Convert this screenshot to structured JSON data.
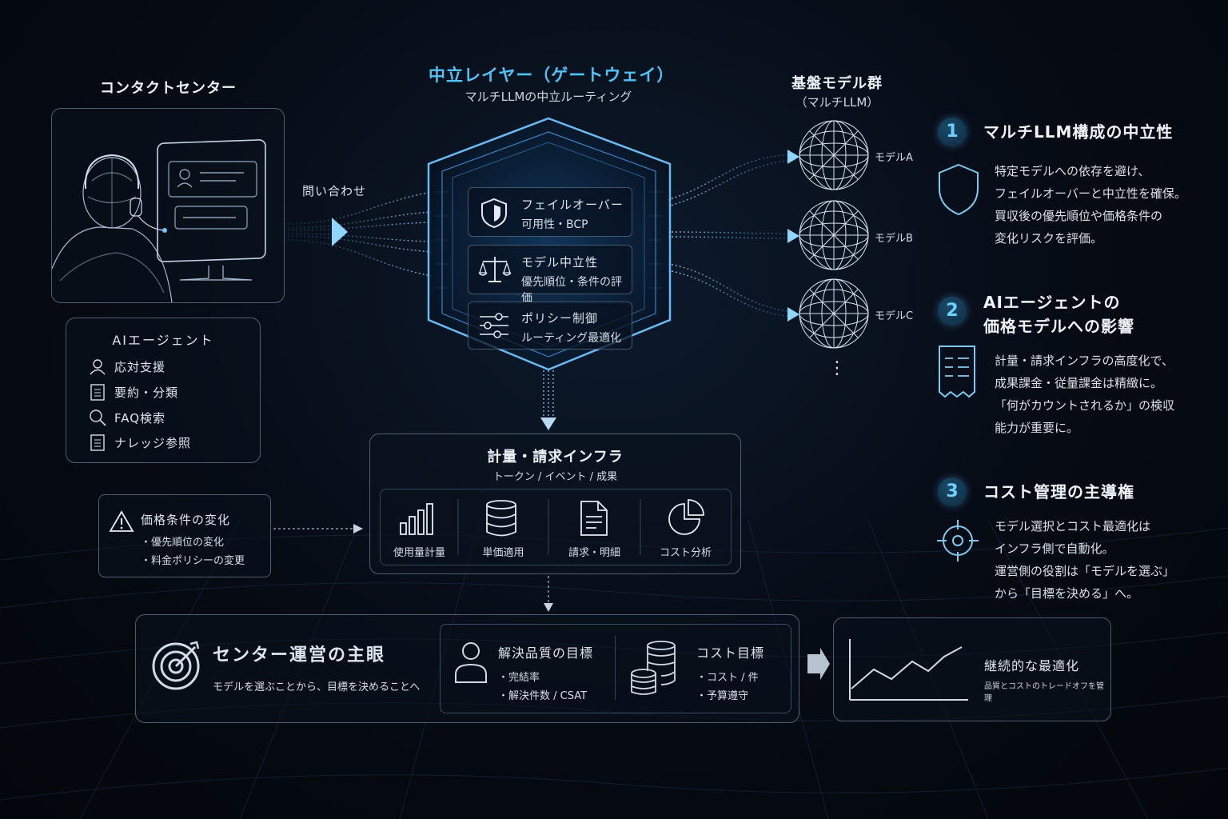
{
  "contact_center": {
    "title": "コンタクトセンター",
    "ai_agent": {
      "title": "AIエージェント",
      "items": [
        "応対支援",
        "要約・分類",
        "FAQ検索",
        "ナレッジ参照"
      ]
    }
  },
  "inquiry_label": "問い合わせ",
  "gateway": {
    "title": "中立レイヤー（ゲートウェイ）",
    "subtitle": "マルチLLMの中立ルーティング",
    "cards": [
      {
        "title": "フェイルオーバー",
        "sub": "可用性・BCP"
      },
      {
        "title": "モデル中立性",
        "sub": "優先順位・条件の評価"
      },
      {
        "title": "ポリシー制御",
        "sub": "ルーティング最適化"
      }
    ]
  },
  "models": {
    "title": "基盤モデル群",
    "subtitle": "（マルチLLM）",
    "items": [
      "モデルA",
      "モデルB",
      "モデルC"
    ],
    "more": "⋮"
  },
  "points": [
    {
      "num": "1",
      "title": "マルチLLM構成の中立性",
      "lines": [
        "特定モデルへの依存を避け、",
        "フェイルオーバーと中立性を確保。",
        "買収後の優先順位や価格条件の",
        "変化リスクを評価。"
      ]
    },
    {
      "num": "2",
      "title": "AIエージェントの",
      "title2": "価格モデルへの影響",
      "lines": [
        "計量・請求インフラの高度化で、",
        "成果課金・従量課金は精緻に。",
        "「何がカウントされるか」の検収",
        "能力が重要に。"
      ]
    },
    {
      "num": "3",
      "title": "コスト管理の主導権",
      "lines": [
        "モデル選択とコスト最適化は",
        "インフラ側で自動化。",
        "運営側の役割は「モデルを選ぶ」",
        "から「目標を決める」へ。"
      ]
    }
  ],
  "billing": {
    "title": "計量・請求インフラ",
    "subtitle": "トークン / イベント / 成果",
    "items": [
      "使用量計量",
      "単価適用",
      "請求・明細",
      "コスト分析"
    ]
  },
  "price_change": {
    "title": "価格条件の変化",
    "items": [
      "・優先順位の変化",
      "・料金ポリシーの変更"
    ]
  },
  "operations": {
    "title": "センター運営の主眼",
    "subtitle": "モデルを選ぶことから、目標を決めることへ",
    "quality": {
      "title": "解決品質の目標",
      "items": [
        "・完結率",
        "・解決件数 / CSAT"
      ]
    },
    "cost": {
      "title": "コスト目標",
      "items": [
        "・コスト / 件",
        "・予算遵守"
      ]
    }
  },
  "optimization": {
    "title": "継続的な最適化",
    "subtitle": "品質とコストのトレードオフを管理"
  },
  "colors": {
    "accent": "#4fc3f7",
    "glow": "#3aa0e8",
    "panel_border": "#aabed7"
  }
}
